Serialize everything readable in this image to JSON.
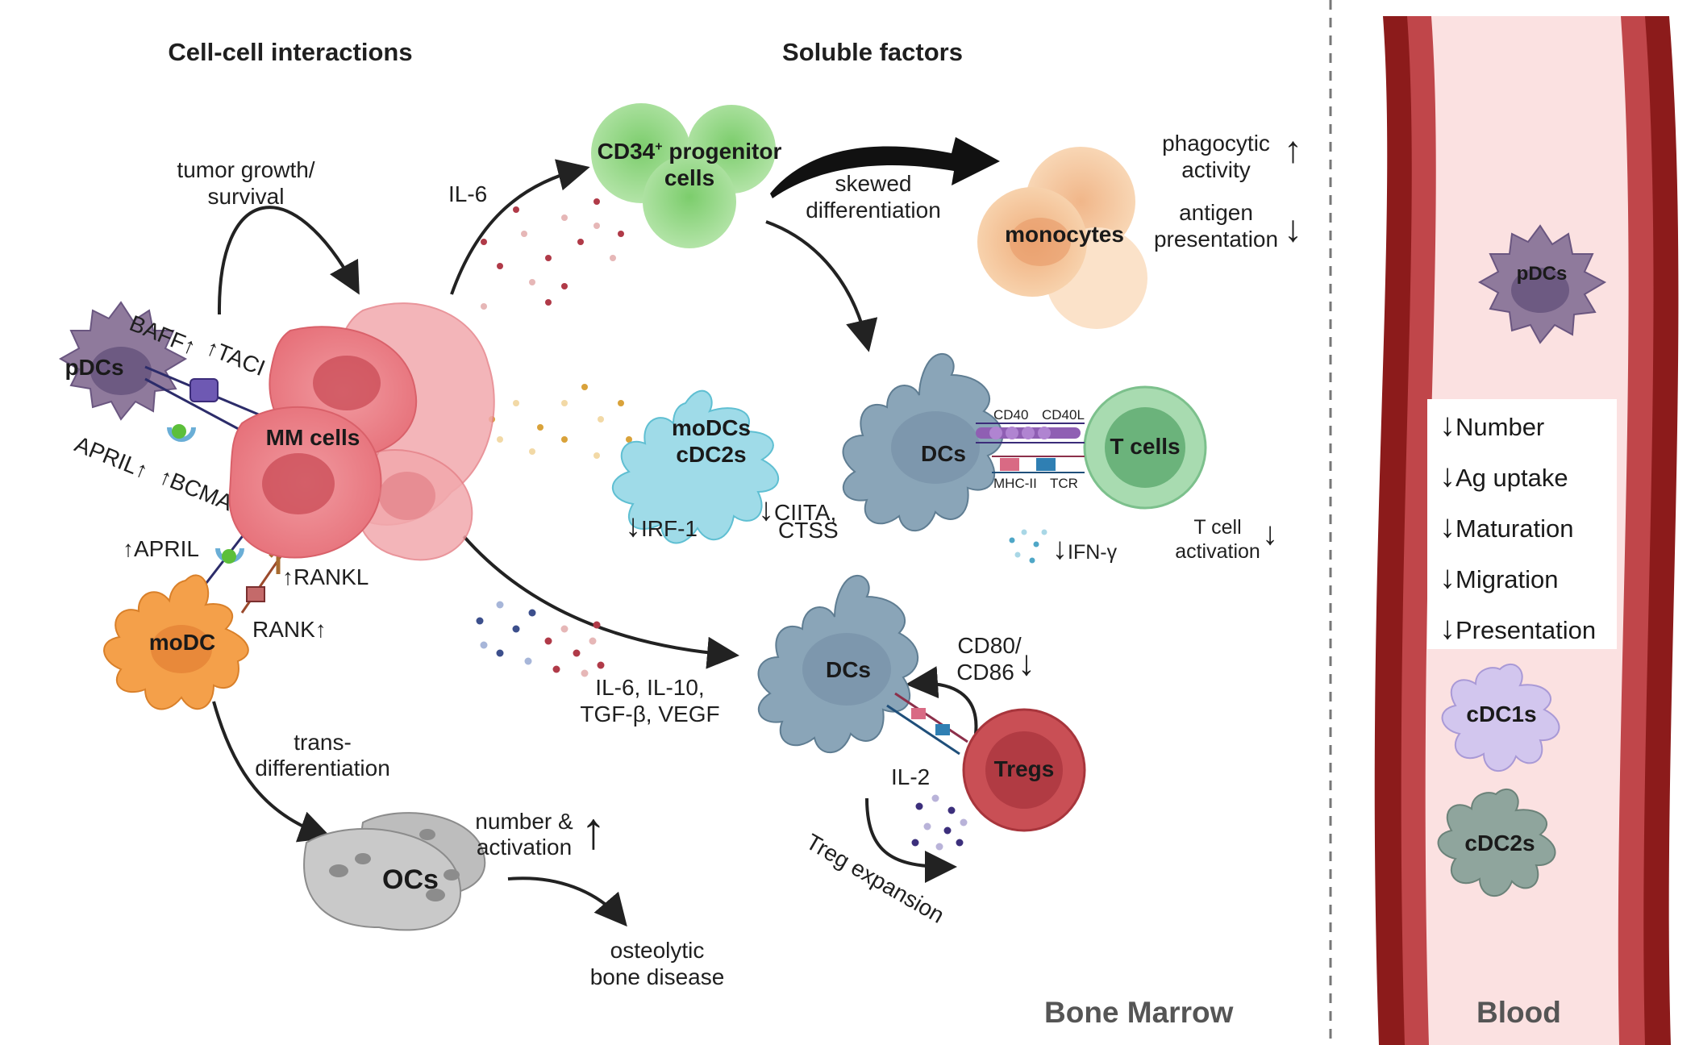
{
  "headings": {
    "cell_cell": "Cell-cell interactions",
    "soluble": "Soluble factors",
    "bone_marrow": "Bone Marrow",
    "blood": "Blood"
  },
  "cells": {
    "pdcs": "pDCs",
    "mm": "MM cells",
    "modc": "moDC",
    "ocs": "OCs",
    "cd34_line1": "CD34",
    "cd34_sup": "+",
    "cd34_line1b": " progenitor",
    "cd34_line2": "cells",
    "monocytes": "monocytes",
    "modcs_line1": "moDCs",
    "modcs_line2": "cDC2s",
    "dcs_top": "DCs",
    "tcells": "T cells",
    "dcs_bottom": "DCs",
    "tregs": "Tregs",
    "blood_pdcs": "pDCs",
    "blood_cdc1s": "cDC1s",
    "blood_cdc2s": "cDC2s"
  },
  "labels": {
    "tumor_growth_1": "tumor growth/",
    "tumor_growth_2": "survival",
    "baff": "BAFF",
    "taci": "TACI",
    "april": "APRIL",
    "bcma": "BCMA",
    "april2": "APRIL",
    "rankl": "RANKL",
    "rank": "RANK",
    "trans_1": "trans-",
    "trans_2": "differentiation",
    "number_1": "number &",
    "number_2": "activation",
    "osteo_1": "osteolytic",
    "osteo_2": "bone disease",
    "il6": "IL-6",
    "skewed_1": "skewed",
    "skewed_2": "differentiation",
    "phago_1": "phagocytic",
    "phago_2": "activity",
    "antigen_1": "antigen",
    "antigen_2": "presentation",
    "irf1": "IRF-1",
    "ciita_1": "CIITA,",
    "ciita_2": "CTSS",
    "cd40": "CD40",
    "cd40l": "CD40L",
    "mhc": "MHC-II",
    "tcr": "TCR",
    "ifn": "IFN-γ",
    "tcell_act_1": "T cell",
    "tcell_act_2": "activation",
    "factors_1": "IL-6, IL-10,",
    "factors_2": "TGF-β, VEGF",
    "cd80_1": "CD80/",
    "cd80_2": "CD86",
    "il2": "IL-2",
    "treg_exp": "Treg expansion"
  },
  "blood_box": [
    "Number",
    "Ag uptake",
    "Maturation",
    "Migration",
    "Presentation"
  ],
  "arrows": {
    "up": "↑",
    "down": "↓"
  },
  "colors": {
    "pdc": "#8f7a9c",
    "mm": "#e8737a",
    "modc": "#f4a04a",
    "oc": "#a8a8a8",
    "cd34": "#8fd47e",
    "monocyte": "#f3c08f",
    "modcs_cdc2": "#7fcfe0",
    "dc": "#8aa5b8",
    "tcell": "#7cc08c",
    "treg": "#c94f55",
    "vessel_dark": "#8c1b1b",
    "vessel_mid": "#c0464a",
    "vessel_lumen": "#fbe1e1",
    "cdc1": "#c7b8e6",
    "cdc2": "#8fa59d"
  }
}
